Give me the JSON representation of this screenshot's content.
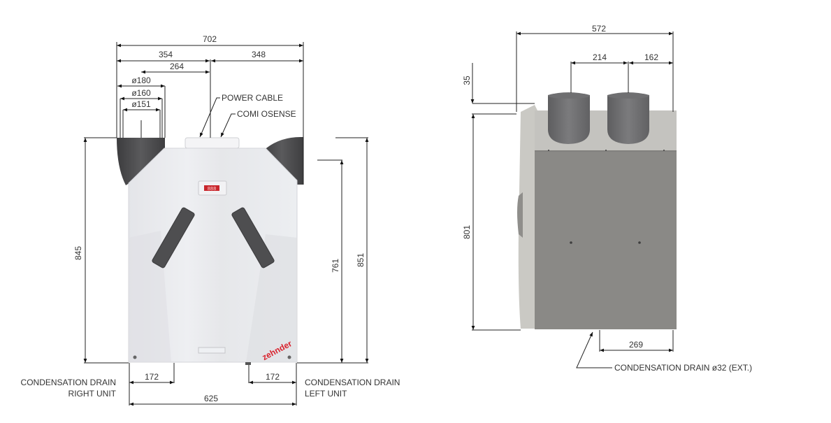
{
  "front_view": {
    "dimensions": {
      "overall_width_top": "702",
      "left_half": "354",
      "right_half": "348",
      "duct_center_offset": "264",
      "dia_outer": "ø180",
      "dia_mid": "ø160",
      "dia_inner": "ø151",
      "height_left": "845",
      "height_inner_right": "761",
      "height_outer_right": "851",
      "drain_offset_left": "172",
      "drain_offset_right": "172",
      "base_width": "625"
    },
    "callouts": {
      "power_cable": "POWER CABLE",
      "comfosense": "COMI OSENSE",
      "drain_right_line1": "CONDENSATION DRAIN",
      "drain_right_line2": "RIGHT UNIT",
      "drain_left_line1": "CONDENSATION DRAIN",
      "drain_left_line2": "LEFT UNIT"
    },
    "brand_logo": "zehnder",
    "display_readout": "888",
    "colors": {
      "body": "#e8e9ec",
      "duct": "#4a4a4c",
      "handle": "#555557",
      "logo": "#d9232e",
      "display": "#c8262c"
    }
  },
  "side_view": {
    "dimensions": {
      "overall_width": "572",
      "duct_spacing": "214",
      "duct_to_edge": "162",
      "top_offset": "35",
      "body_height": "801",
      "drain_offset": "269"
    },
    "callouts": {
      "condensation_drain": "CONDENSATION DRAIN  ø32 (EXT.)"
    },
    "colors": {
      "body": "#8a8986",
      "side_panel": "#c9c8c3",
      "duct": "#707072"
    }
  }
}
